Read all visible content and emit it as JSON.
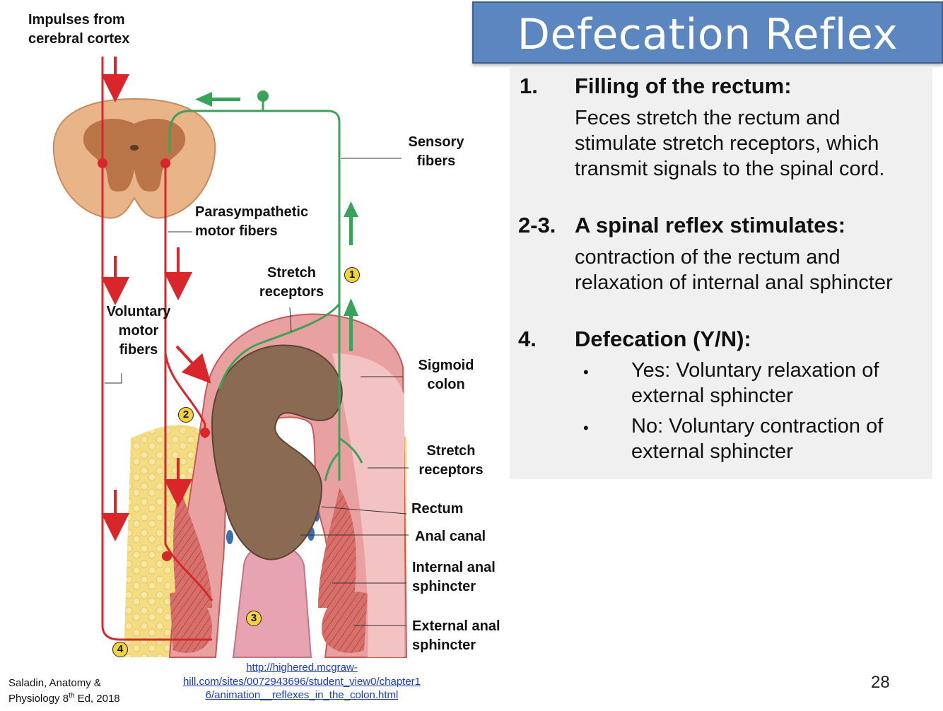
{
  "title": "Defecation Reflex",
  "steps": [
    {
      "num": "1.",
      "heading": "Filling of the rectum:",
      "body": [
        "Feces stretch the rectum and",
        "stimulate stretch receptors, which",
        "transmit signals to the spinal cord."
      ]
    },
    {
      "num": "2-3.",
      "heading": "A spinal reflex stimulates:",
      "body": [
        "contraction of the rectum and",
        "relaxation of internal anal sphincter"
      ]
    },
    {
      "num": "4.",
      "heading": "Defecation (Y/N):",
      "bullets": [
        {
          "line1": "Yes: Voluntary relaxation of",
          "line2": "external sphincter"
        },
        {
          "line1": "No: Voluntary contraction of",
          "line2": "external sphincter"
        }
      ]
    }
  ],
  "diagram_labels": {
    "impulses": [
      "Impulses from",
      "cerebral cortex"
    ],
    "sensory": [
      "Sensory",
      "fibers"
    ],
    "parasympathetic": [
      "Parasympathetic",
      "motor fibers"
    ],
    "stretch_top": [
      "Stretch",
      "receptors"
    ],
    "voluntary": [
      "Voluntary",
      "motor",
      "fibers"
    ],
    "sigmoid": [
      "Sigmoid",
      "colon"
    ],
    "stretch_bottom": [
      "Stretch",
      "receptors"
    ],
    "rectum": "Rectum",
    "anal_canal": "Anal canal",
    "internal": [
      "Internal anal",
      "sphincter"
    ],
    "external": [
      "External anal",
      "sphincter"
    ]
  },
  "badges": [
    "1",
    "2",
    "3",
    "4"
  ],
  "footer": {
    "credit": [
      "Saladin, Anatomy &",
      "Physiology 8",
      "th",
      " Ed, 2018"
    ],
    "link": [
      "http://highered.mcgraw-",
      "hill.com/sites/0072943696/student_view0/chapter1",
      "6/animation__reflexes_in_the_colon.html"
    ],
    "page": "28"
  },
  "colors": {
    "banner": "#5b86c0",
    "motor": "#d9262a",
    "sensory": "#3aa35a",
    "panel": "#f0f0f0"
  }
}
